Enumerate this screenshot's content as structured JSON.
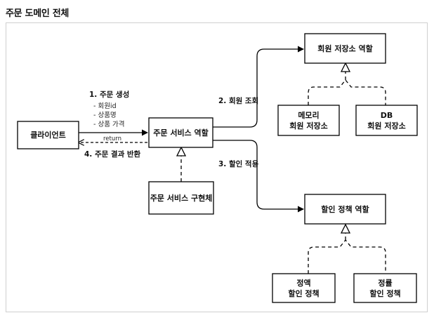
{
  "page": {
    "title": "주문 도메인 전체"
  },
  "nodes": {
    "client": {
      "label": "클라이언트"
    },
    "order_service_role": {
      "label": "주문 서비스 역할"
    },
    "order_service_impl": {
      "label": "주문 서비스 구현체"
    },
    "member_repo_role": {
      "label": "회원 저장소 역할"
    },
    "memory_repo": {
      "line1": "메모리",
      "line2": "회원 저장소"
    },
    "db_repo": {
      "line1": "DB",
      "line2": "회원 저장소"
    },
    "discount_role": {
      "label": "할인 정책 역할"
    },
    "fixed_discount": {
      "line1": "정액",
      "line2": "할인 정책"
    },
    "rate_discount": {
      "line1": "정률",
      "line2": "할인 정책"
    }
  },
  "edges": {
    "create_order": {
      "label": "1. 주문 생성",
      "params": [
        "- 회원id",
        "- 상품명",
        "- 상품 가격"
      ]
    },
    "return": {
      "label": "return"
    },
    "return_result": {
      "label": "4. 주문 결과 반환"
    },
    "lookup_member": {
      "label": "2. 회원 조회"
    },
    "apply_discount": {
      "label": "3. 할인 적용"
    }
  }
}
